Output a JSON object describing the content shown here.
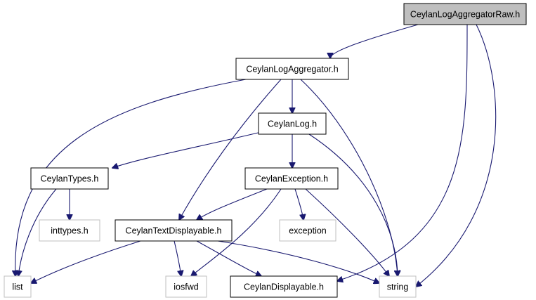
{
  "colors": {
    "edge": "#191970",
    "box_border_dark": "#000000",
    "box_border_light": "#bfbfbf",
    "root_fill": "#bfbfbf",
    "fill": "#ffffff",
    "text": "#000000"
  },
  "nodes": [
    {
      "id": "root",
      "label": "CeylanLogAggregatorRaw.h",
      "style": "root"
    },
    {
      "id": "agg",
      "label": "CeylanLogAggregator.h",
      "style": "normal"
    },
    {
      "id": "log",
      "label": "CeylanLog.h",
      "style": "normal"
    },
    {
      "id": "types",
      "label": "CeylanTypes.h",
      "style": "normal"
    },
    {
      "id": "exc",
      "label": "CeylanException.h",
      "style": "normal"
    },
    {
      "id": "inttypes",
      "label": "inttypes.h",
      "style": "external"
    },
    {
      "id": "textdisp",
      "label": "CeylanTextDisplayable.h",
      "style": "normal"
    },
    {
      "id": "exception",
      "label": "exception",
      "style": "external"
    },
    {
      "id": "list",
      "label": "list",
      "style": "external"
    },
    {
      "id": "iosfwd",
      "label": "iosfwd",
      "style": "external"
    },
    {
      "id": "disp",
      "label": "CeylanDisplayable.h",
      "style": "normal"
    },
    {
      "id": "string",
      "label": "string",
      "style": "external"
    }
  ],
  "edges": [
    {
      "from": "root",
      "to": "agg"
    },
    {
      "from": "root",
      "to": "disp"
    },
    {
      "from": "root",
      "to": "string"
    },
    {
      "from": "agg",
      "to": "list"
    },
    {
      "from": "agg",
      "to": "log"
    },
    {
      "from": "agg",
      "to": "textdisp"
    },
    {
      "from": "agg",
      "to": "string"
    },
    {
      "from": "log",
      "to": "types"
    },
    {
      "from": "log",
      "to": "exc"
    },
    {
      "from": "log",
      "to": "string"
    },
    {
      "from": "types",
      "to": "inttypes"
    },
    {
      "from": "types",
      "to": "list"
    },
    {
      "from": "exc",
      "to": "textdisp"
    },
    {
      "from": "exc",
      "to": "exception"
    },
    {
      "from": "exc",
      "to": "iosfwd"
    },
    {
      "from": "exc",
      "to": "string"
    },
    {
      "from": "textdisp",
      "to": "list"
    },
    {
      "from": "textdisp",
      "to": "iosfwd"
    },
    {
      "from": "textdisp",
      "to": "disp"
    },
    {
      "from": "textdisp",
      "to": "string"
    }
  ]
}
